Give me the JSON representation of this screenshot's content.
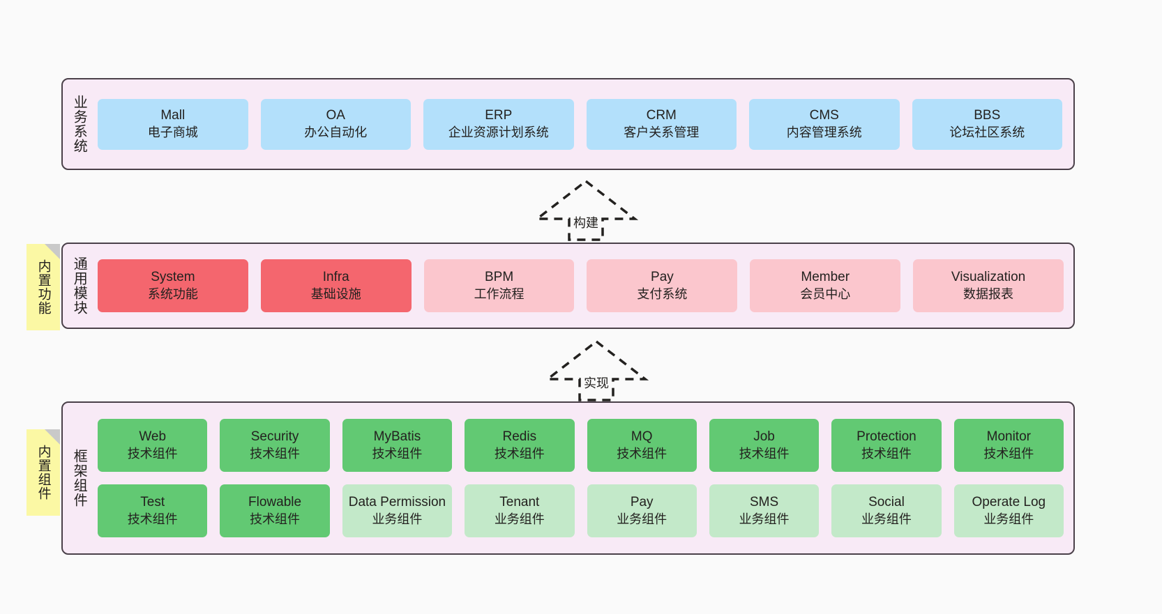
{
  "colors": {
    "canvas_bg": "#fafafa",
    "panel_bg": "#f8eaf6",
    "panel_border": "#4a4049",
    "business_cell": "#b3e0fb",
    "core_module_cell": "#f4666e",
    "module_cell": "#fbc6cd",
    "tech_component_cell": "#62c973",
    "biz_component_cell": "#c3e9c9",
    "note_bg": "#fbf8a4",
    "note_fold": "#c9c9c9"
  },
  "layers": {
    "business": {
      "title": "业务系统",
      "items": [
        {
          "en": "Mall",
          "cn": "电子商城"
        },
        {
          "en": "OA",
          "cn": "办公自动化"
        },
        {
          "en": "ERP",
          "cn": "企业资源计划系统"
        },
        {
          "en": "CRM",
          "cn": "客户关系管理"
        },
        {
          "en": "CMS",
          "cn": "内容管理系统"
        },
        {
          "en": "BBS",
          "cn": "论坛社区系统"
        }
      ]
    },
    "common": {
      "title": "通用模块",
      "note": "内置功能",
      "items": [
        {
          "en": "System",
          "cn": "系统功能",
          "style": "c-red"
        },
        {
          "en": "Infra",
          "cn": "基础设施",
          "style": "c-red"
        },
        {
          "en": "BPM",
          "cn": "工作流程",
          "style": "c-pink"
        },
        {
          "en": "Pay",
          "cn": "支付系统",
          "style": "c-pink"
        },
        {
          "en": "Member",
          "cn": "会员中心",
          "style": "c-pink"
        },
        {
          "en": "Visualization",
          "cn": "数据报表",
          "style": "c-pink"
        }
      ]
    },
    "framework": {
      "title": "框架组件",
      "note": "内置组件",
      "row1": [
        {
          "en": "Web",
          "cn": "技术组件",
          "style": "c-green"
        },
        {
          "en": "Security",
          "cn": "技术组件",
          "style": "c-green"
        },
        {
          "en": "MyBatis",
          "cn": "技术组件",
          "style": "c-green"
        },
        {
          "en": "Redis",
          "cn": "技术组件",
          "style": "c-green"
        },
        {
          "en": "MQ",
          "cn": "技术组件",
          "style": "c-green"
        },
        {
          "en": "Job",
          "cn": "技术组件",
          "style": "c-green"
        },
        {
          "en": "Protection",
          "cn": "技术组件",
          "style": "c-green"
        },
        {
          "en": "Monitor",
          "cn": "技术组件",
          "style": "c-green"
        }
      ],
      "row2": [
        {
          "en": "Test",
          "cn": "技术组件",
          "style": "c-green"
        },
        {
          "en": "Flowable",
          "cn": "技术组件",
          "style": "c-green"
        },
        {
          "en": "Data Permission",
          "cn": "业务组件",
          "style": "c-lightgreen"
        },
        {
          "en": "Tenant",
          "cn": "业务组件",
          "style": "c-lightgreen"
        },
        {
          "en": "Pay",
          "cn": "业务组件",
          "style": "c-lightgreen"
        },
        {
          "en": "SMS",
          "cn": "业务组件",
          "style": "c-lightgreen"
        },
        {
          "en": "Social",
          "cn": "业务组件",
          "style": "c-lightgreen"
        },
        {
          "en": "Operate Log",
          "cn": "业务组件",
          "style": "c-lightgreen"
        }
      ]
    }
  },
  "arrows": {
    "build": {
      "label": "构建",
      "direction": "up"
    },
    "implement": {
      "label": "实现",
      "direction": "up"
    }
  }
}
